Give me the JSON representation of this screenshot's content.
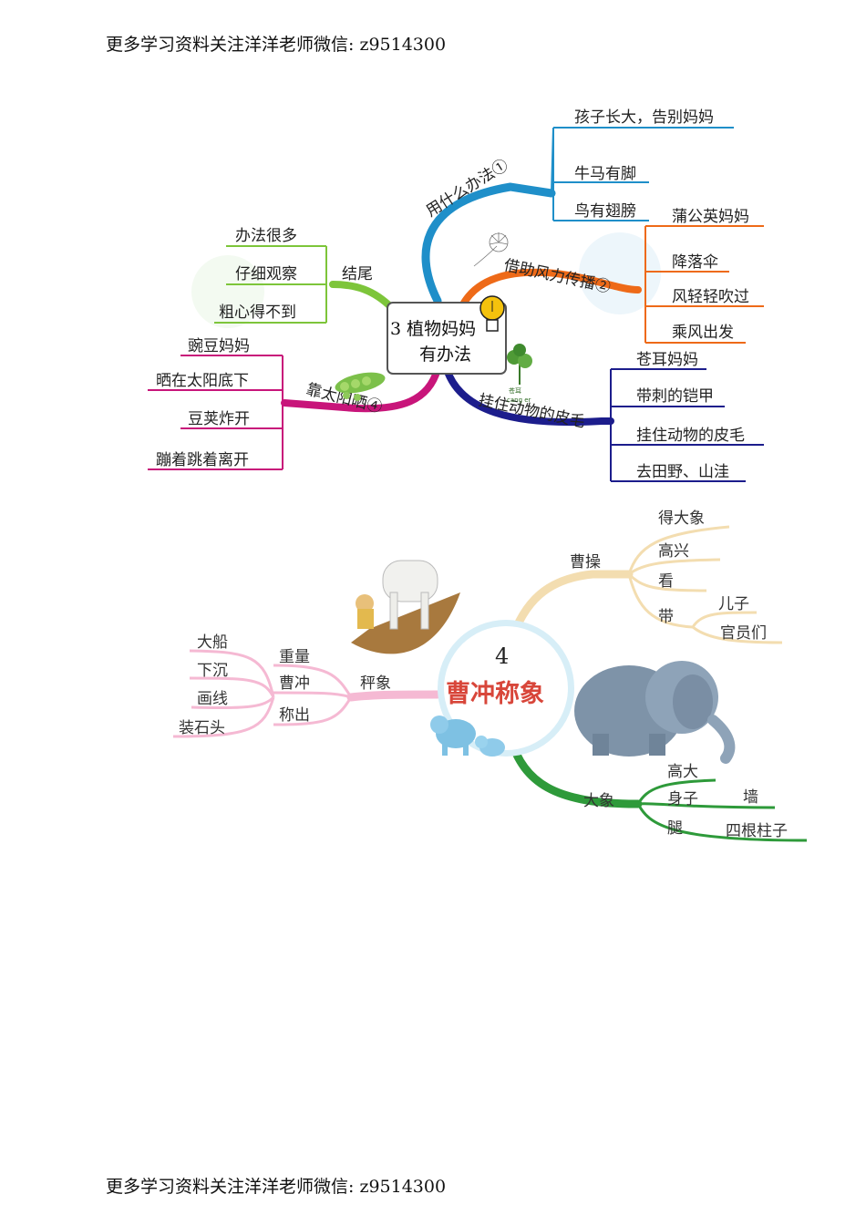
{
  "header": {
    "text": "更多学习资料关注洋洋老师微信: z9514300"
  },
  "footer": {
    "text": "更多学习资料关注洋洋老师微信: z9514300"
  },
  "map1": {
    "center_line1": "3 植物妈妈",
    "center_line2": "有办法",
    "branches": [
      {
        "key": "b1",
        "label": "用什么办法①",
        "color": "#1f8fc9",
        "items": [
          "孩子长大，告别妈妈",
          "牛马有脚",
          "鸟有翅膀"
        ]
      },
      {
        "key": "b2",
        "label": "借助风力传播②",
        "color": "#ee6a18",
        "items": [
          "蒲公英妈妈",
          "降落伞",
          "风轻轻吹过",
          "乘风出发"
        ]
      },
      {
        "key": "b3",
        "label": "挂住动物的皮毛",
        "color": "#1c1d8c",
        "items": [
          "苍耳妈妈",
          "带刺的铠甲",
          "挂住动物的皮毛",
          "去田野、山洼"
        ]
      },
      {
        "key": "b4",
        "label": "靠太阳晒④",
        "color": "#c8157a",
        "items": [
          "豌豆妈妈",
          "晒在太阳底下",
          "豆荚炸开",
          "蹦着跳着离开"
        ]
      },
      {
        "key": "b5",
        "label": "结尾",
        "color": "#7dc53a",
        "items": [
          "办法很多",
          "仔细观察",
          "粗心得不到"
        ]
      }
    ],
    "plant_caption": "苍耳",
    "plant_caption_en": "cang er",
    "colors": {
      "box_border": "#555555",
      "bulb": "#f4c20d"
    }
  },
  "map2": {
    "center_number": "4",
    "center_title": "曹冲称象",
    "branch_caocao": {
      "label": "曹操",
      "items": [
        "得大象",
        "高兴",
        "看",
        "带"
      ],
      "sub_items": [
        "儿子",
        "官员们"
      ],
      "color": "#f3ddb0"
    },
    "branch_scale": {
      "label": "秤象",
      "mids": [
        "重量",
        "曹冲",
        "称出"
      ],
      "items": [
        "大船",
        "下沉",
        "画线",
        "装石头"
      ],
      "color": "#f5b9d3"
    },
    "branch_elephant": {
      "label": "大象",
      "mids": [
        "高大",
        "身子",
        "腿"
      ],
      "ends": [
        "墙",
        "四根柱子"
      ],
      "color": "#2e9a3a"
    },
    "colors": {
      "circle": "#d7eef7",
      "elephant": "#7e93a8"
    }
  }
}
